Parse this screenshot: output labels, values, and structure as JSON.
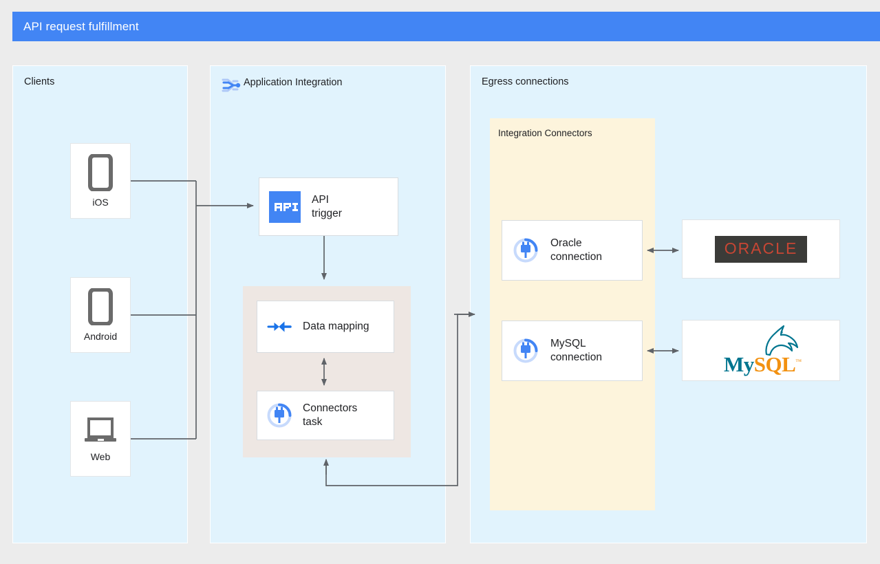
{
  "header": {
    "title": "API request fulfillment",
    "color": "#4285f4"
  },
  "panels": {
    "clients": {
      "label": "Clients"
    },
    "application_integration": {
      "label": "Application Integration",
      "icon": "application-integration-icon"
    },
    "egress": {
      "label": "Egress connections"
    }
  },
  "clients": [
    {
      "label": "iOS",
      "icon": "phone-icon"
    },
    {
      "label": "Android",
      "icon": "phone-icon"
    },
    {
      "label": "Web",
      "icon": "laptop-icon"
    }
  ],
  "integration": {
    "api_trigger": {
      "label": "API\ntrigger",
      "icon": "api-icon",
      "icon_text": "API"
    },
    "data_mapping": {
      "label": "Data mapping",
      "icon": "data-mapping-icon"
    },
    "connectors_task": {
      "label": "Connectors\ntask",
      "icon": "connector-plug-icon"
    }
  },
  "egress": {
    "group": {
      "label": "Integration Connectors"
    },
    "connections": [
      {
        "label": "Oracle\nconnection",
        "icon": "connector-plug-icon"
      },
      {
        "label": "MySQL\nconnection",
        "icon": "connector-plug-icon"
      }
    ],
    "systems": [
      {
        "name": "oracle-logo",
        "text": "ORACLE"
      },
      {
        "name": "mysql-logo",
        "text_primary": "My",
        "text_secondary": "SQL",
        "trademark": "™"
      }
    ]
  },
  "colors": {
    "page_background": "#ececec",
    "panel_background": "#e1f3fd",
    "group_background": "#fdf4dc",
    "beige_background": "#eee7e3",
    "accent_blue": "#4285f4",
    "wire": "#5f6368",
    "oracle_red": "#c74634",
    "oracle_dark": "#3b3b38",
    "mysql_teal": "#00758f",
    "mysql_orange": "#f29111"
  }
}
